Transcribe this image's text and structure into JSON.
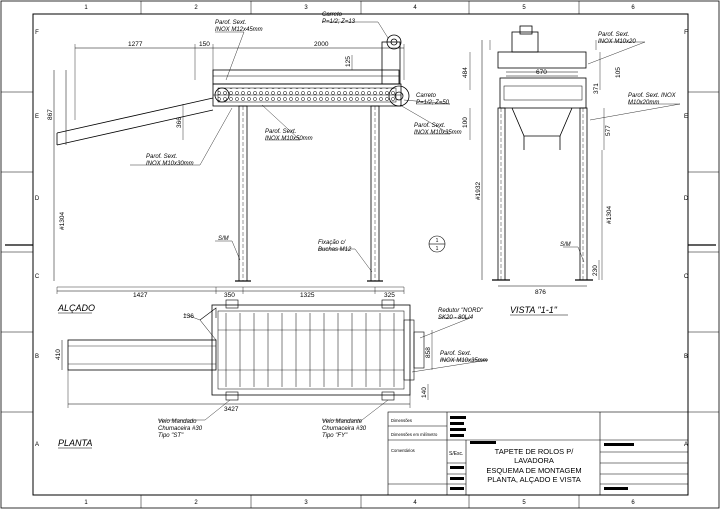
{
  "grid": {
    "cols": [
      "1",
      "2",
      "3",
      "4",
      "5",
      "6"
    ],
    "rows": [
      "F",
      "E",
      "D",
      "C",
      "B",
      "A"
    ]
  },
  "views": {
    "alcado": "ALÇADO",
    "planta": "PLANTA",
    "vista": "VISTA \"1-1\""
  },
  "alcado": {
    "dims": {
      "d1277": "1277",
      "d150": "150",
      "d2000": "2000",
      "d867": "867",
      "d125": "125",
      "d366": "366",
      "d1304": "#1304",
      "d1427": "1427",
      "d350": "350",
      "d1325": "1325",
      "d325": "325"
    },
    "labels": {
      "parafuso_m12": [
        "Parof. Sext.",
        "INOX M12x45mm"
      ],
      "carreto1": [
        "Carreto",
        "P=1/2; Z=13"
      ],
      "carreto2": [
        "Carreto",
        "P=1/2; Z=50"
      ],
      "parafuso_m10_35": [
        "Parof. Sext.",
        "INOX M10x35mm"
      ],
      "parafuso_m10_50": [
        "Parof. Sext.",
        "INOX M10x50mm"
      ],
      "parafuso_m10_30": [
        "Parof. Sext.",
        "INOX M10x30mm"
      ],
      "sm": "S/M",
      "fixacao": [
        "Fixação c/",
        "Buchas M12"
      ]
    }
  },
  "vista": {
    "dims": {
      "d670": "670",
      "d484": "484",
      "d105": "105",
      "d371": "371",
      "d100": "100",
      "d577": "577",
      "d1932": "#1932",
      "d1304": "#1304",
      "d876": "876",
      "d230": "230"
    },
    "labels": {
      "parafuso_m10_20a": [
        "Parof. Sext.",
        "INOX M10x20"
      ],
      "parafuso_m10_20b": [
        "Parof. Sext. INOX",
        "M10x20mm"
      ],
      "sm": "S/M"
    }
  },
  "planta": {
    "dims": {
      "d136": "136",
      "d410": "410",
      "d858": "858",
      "d3427": "3427",
      "d140": "140"
    },
    "labels": {
      "redutor": [
        "Redutor \"NORD\"",
        "SK20 - 80L/4"
      ],
      "parafuso_m10_35": [
        "Parof. Sext.",
        "INOX M10x35mm"
      ],
      "veio_mandado": [
        "Veio Mandado",
        "Chumaceira #30",
        "Tipo \"ST\""
      ],
      "veio_mandante": [
        "Veio Mandante",
        "Chumaceira #30",
        "Tipo \"FY\""
      ]
    }
  },
  "title_block": {
    "dimensoes": "Dimensões",
    "dimensoes_mm": "Dimensões em milímetro",
    "comentarios": "Comentários",
    "sesc": "S/Esc.",
    "title_lines": [
      "TAPETE DE ROLOS P/",
      "LAVADORA",
      "ESQUEMA DE MONTAGEM",
      "PLANTA, ALÇADO E VISTA"
    ]
  },
  "colors": {
    "line": "#000000",
    "paper": "#ffffff"
  }
}
